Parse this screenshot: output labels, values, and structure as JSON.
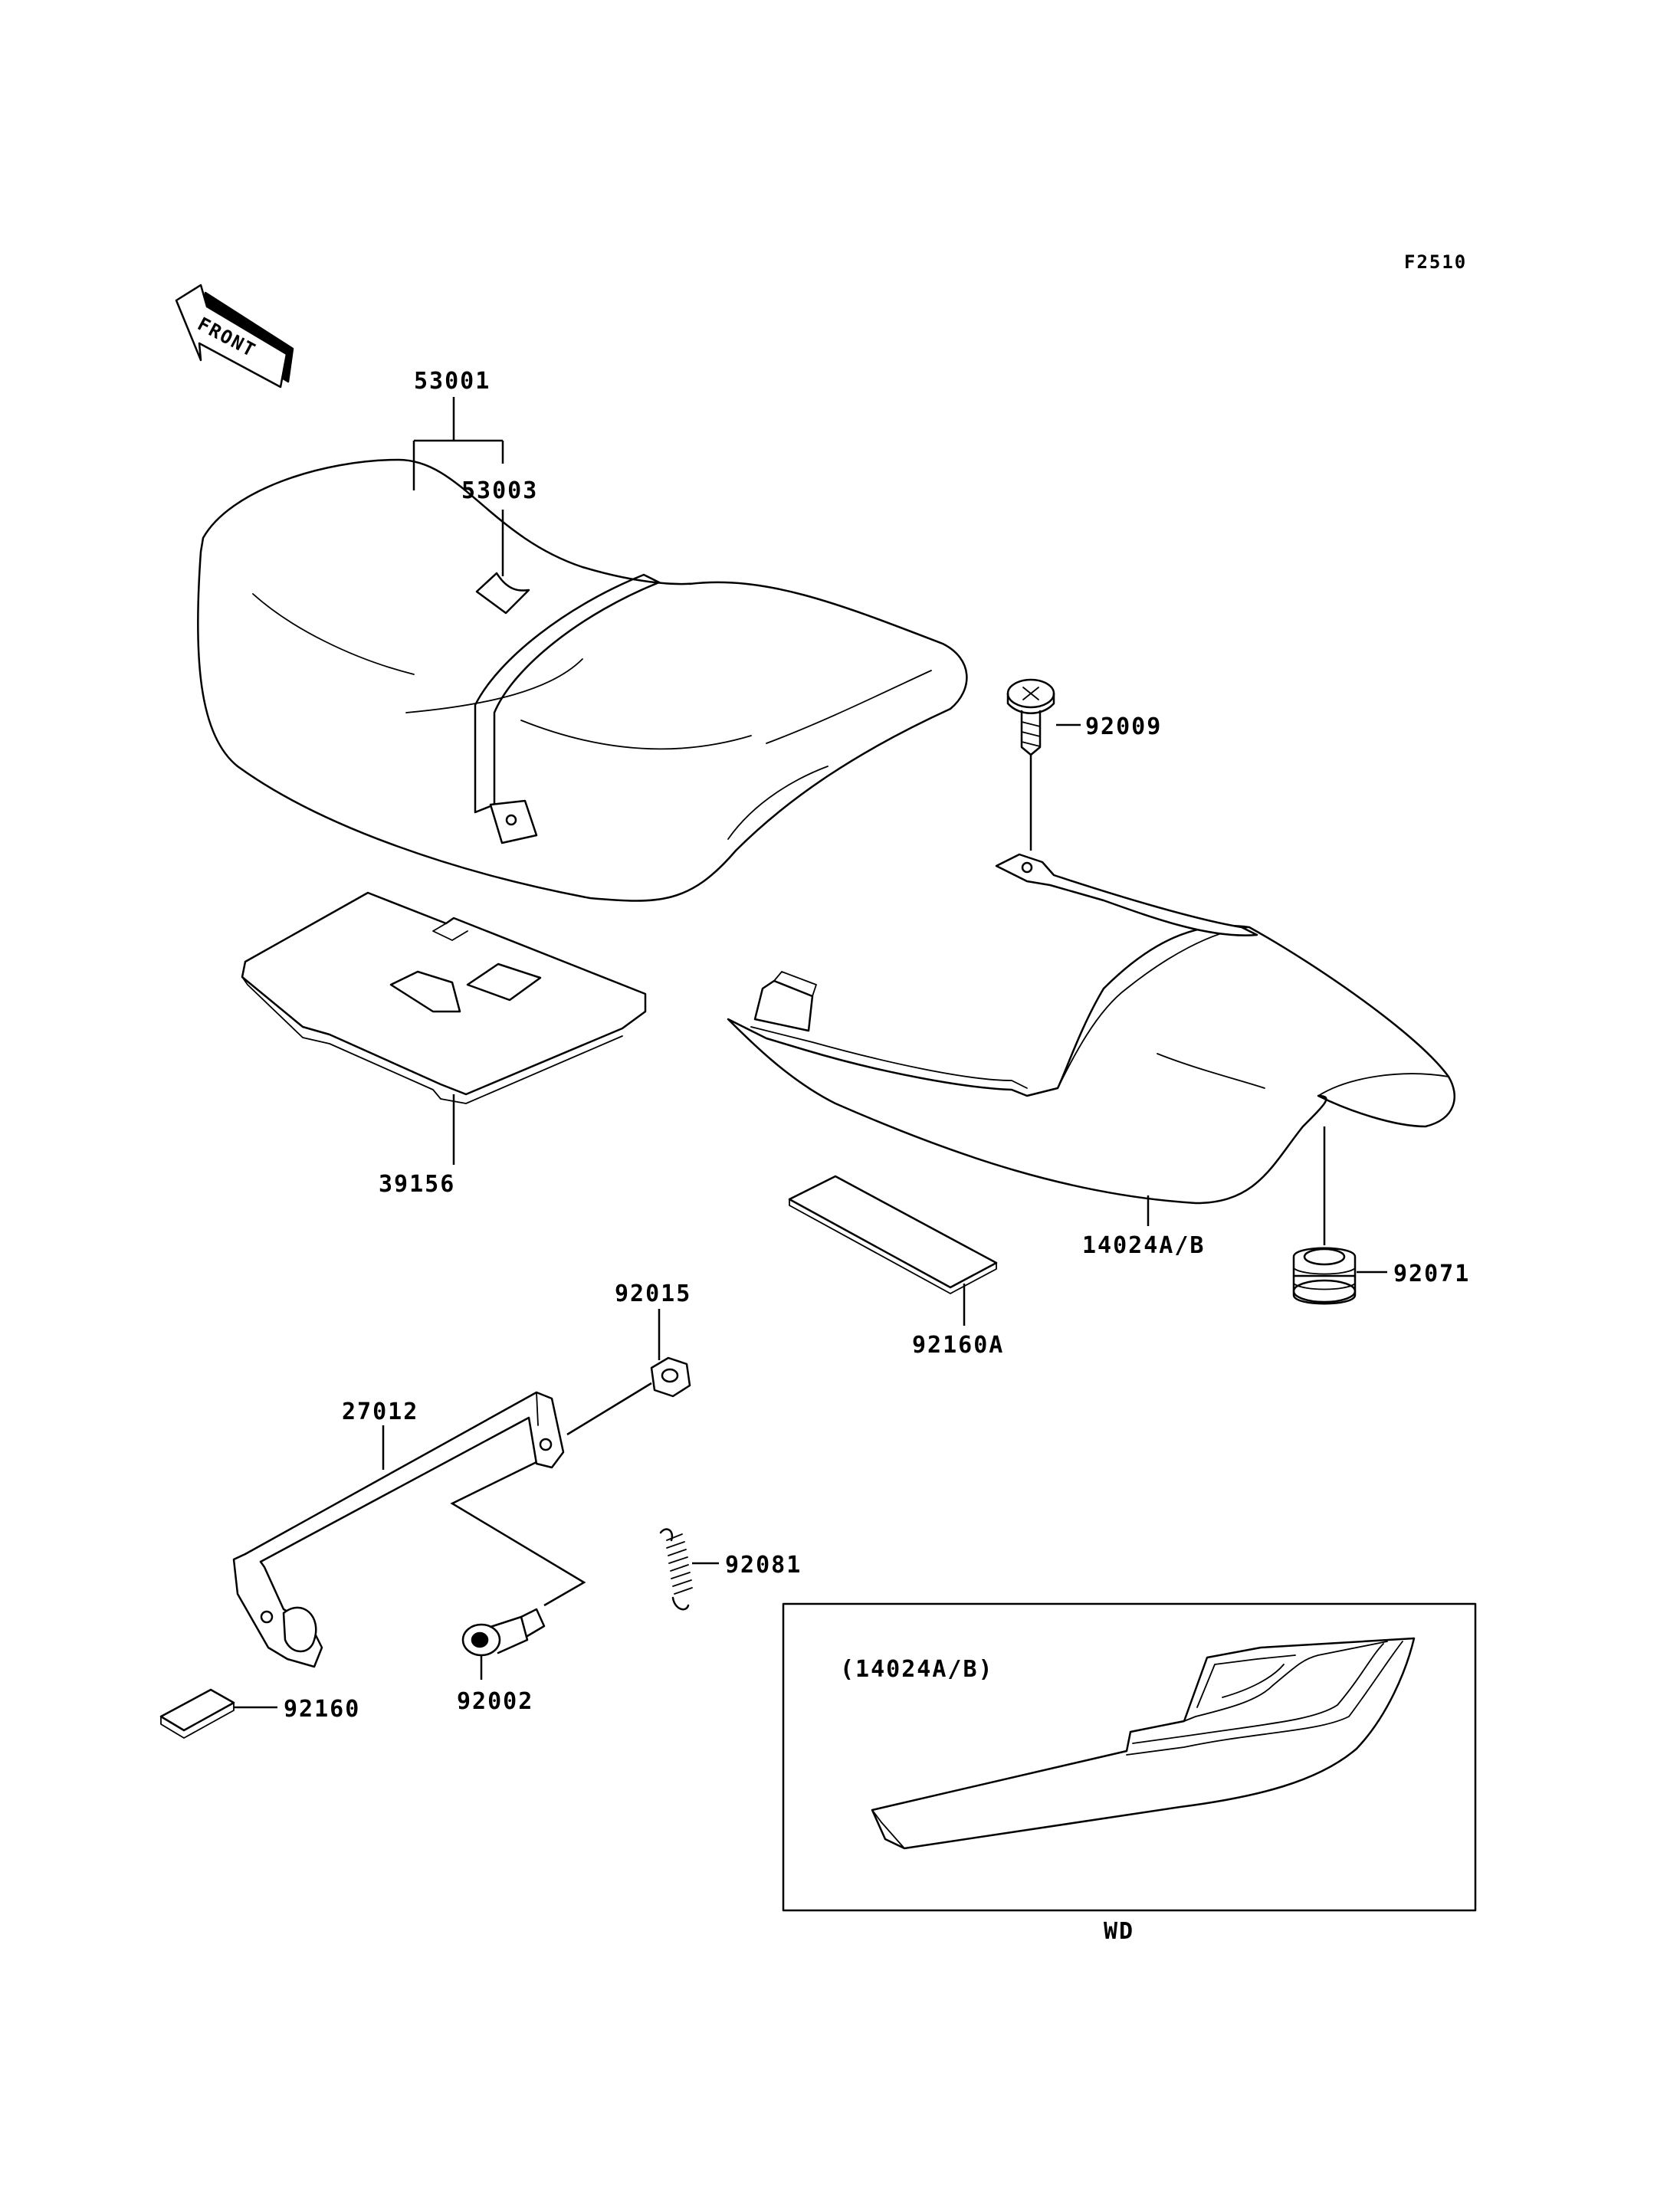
{
  "figure_code": "F2510",
  "front_label": "FRONT",
  "inset": {
    "title": "(14024A/B)",
    "caption": "WD"
  },
  "parts": {
    "p53001": "53001",
    "p53003": "53003",
    "p92009": "92009",
    "p39156": "39156",
    "p14024": "14024A/B",
    "p92071": "92071",
    "p92160A": "92160A",
    "p92015": "92015",
    "p27012": "27012",
    "p92081": "92081",
    "p92002": "92002",
    "p92160": "92160"
  },
  "colors": {
    "ink": "#000000",
    "paper": "#ffffff"
  }
}
